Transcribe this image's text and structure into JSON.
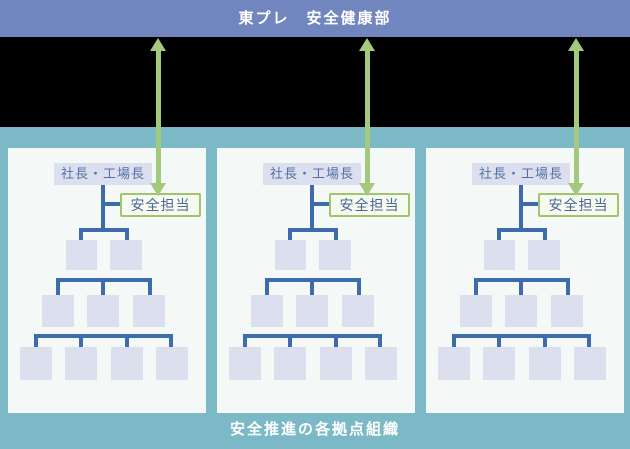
{
  "header": {
    "title": "東プレ　安全健康部"
  },
  "caption": "安全推進の各拠点組織",
  "panels": [
    {
      "president": "社長・工場長",
      "safety": "安全担当"
    },
    {
      "president": "社長・工場長",
      "safety": "安全担当"
    },
    {
      "president": "社長・工場長",
      "safety": "安全担当"
    }
  ],
  "diagram": {
    "site_panel_count": 3,
    "tier_box_counts": [
      2,
      3,
      4
    ],
    "arrow_count": 3,
    "arrow_meaning": "two-way vertical link between safety health dept header and each site safety officer"
  },
  "colors": {
    "header_bg": "#7186bf",
    "band_bg": "#000000",
    "backdrop": "#7cb9c6",
    "panel_bg": "#f4f9f8",
    "org_box_fill": "#dbdfee",
    "connector_line": "#3d6cae",
    "arrow_green": "#a3ca7c",
    "safety_box_border": "#a0c470",
    "safety_box_fill": "#f6faef",
    "label_text": "#5570a6",
    "header_text": "#ffffff"
  }
}
